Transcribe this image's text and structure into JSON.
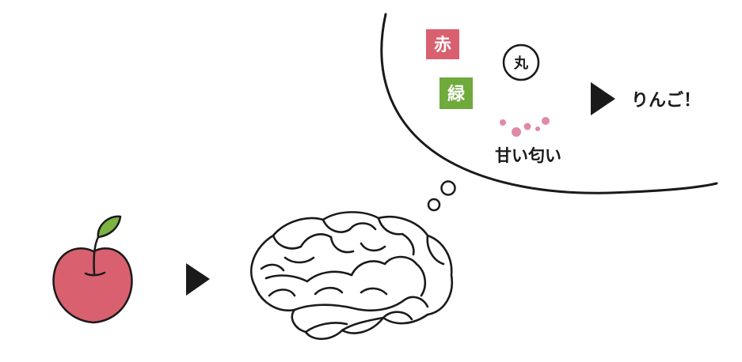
{
  "labels": {
    "red": "赤",
    "green": "緑",
    "round": "丸",
    "smell": "甘い匂い",
    "result": "りんご！"
  },
  "colors": {
    "apple_red": "#d9606f",
    "leaf_green": "#7cb342",
    "red_box": "#d9606f",
    "green_box": "#6faa3c",
    "scent_dots": "#e08aa8",
    "ink": "#1a1a1a"
  },
  "icons": {
    "apple": "apple-icon",
    "brain": "brain-icon",
    "arrow": "right-triangle-arrow-icon"
  }
}
